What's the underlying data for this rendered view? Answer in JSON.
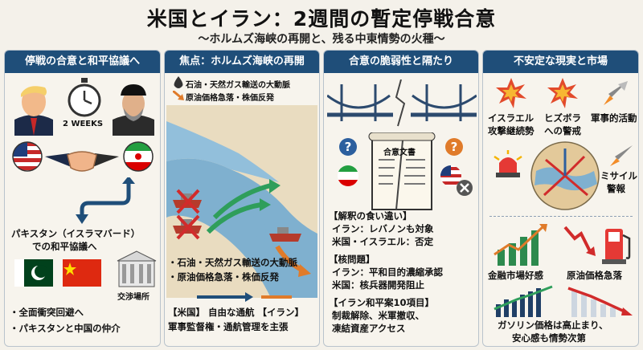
{
  "title": "米国とイラン：2週間の暫定停戦合意",
  "subtitle": "～ホルムズ海峡の再開と、残る中東情勢の火種～",
  "panel1": {
    "header": "停戦の合意と和平協議へ",
    "weeks_label": "2 WEEKS",
    "talks_text_1": "パキスタン（イスラマバード）",
    "talks_text_2": "での和平協議へ",
    "venue_label": "交渉場所",
    "bullet_1": "・全面衝突回避へ",
    "bullet_2": "・パキスタンと中国の仲介"
  },
  "panel2": {
    "header": "焦点：ホルムズ海峡の再開",
    "map_label_1": "石油・天然ガス輸送の大動脈",
    "map_label_2": "原油価格急落・株価反発",
    "bullet_1": "・石油・天然ガス輸送の大動脈",
    "bullet_2": "・原油価格急落・株価反発",
    "nav_line_1": "【米国】 自由な通航 【イラン】",
    "nav_line_2": "軍事監督権・通航管理を主張"
  },
  "panel3": {
    "header": "合意の脆弱性と隔たり",
    "document_label": "合意文書",
    "interp_title": "【解釈の食い違い】",
    "interp_1": "イラン：レバノンも対象",
    "interp_2": "米国・イスラエル：否定",
    "nuclear_title": "【核問題】",
    "nuclear_1": "イラン：平和目的濃縮承認",
    "nuclear_2": "米国：核兵器開発阻止",
    "plan_title": "【イラン和平案10項目】",
    "plan_1": "制裁解除、米軍撤収、",
    "plan_2": "凍結資産アクセス"
  },
  "panel4": {
    "header": "不安定な現実と市場",
    "israel_1": "イスラエル",
    "israel_2": "攻撃継続勢",
    "hezbollah_1": "ヒズボラ",
    "hezbollah_2": "への警戒",
    "military": "軍事的活動",
    "missile_1": "ミサイル",
    "missile_2": "警報",
    "market_good": "金融市場好感",
    "oil_drop": "原油価格急落",
    "gas_1": "ガソリン価格は高止まり、",
    "gas_2": "安心感も情勢次第"
  },
  "colors": {
    "header_bg": "#1f4e79",
    "sea": "#7fb0cf",
    "land": "#e9dcc0",
    "green_arrow": "#2f9e5b",
    "orange_arrow": "#e07b2a",
    "red": "#d12b2b"
  },
  "icons": [
    "clock-icon",
    "handshake-icon",
    "us-flag-icon",
    "iran-flag-icon",
    "pakistan-flag-icon",
    "china-flag-icon",
    "building-icon",
    "oil-drop-icon",
    "ship-icon",
    "bridge-icon",
    "document-icon",
    "question-icon",
    "explosion-icon",
    "rocket-icon",
    "siren-icon",
    "globe-icon",
    "chart-up-icon",
    "chart-down-icon",
    "fuel-pump-icon"
  ]
}
